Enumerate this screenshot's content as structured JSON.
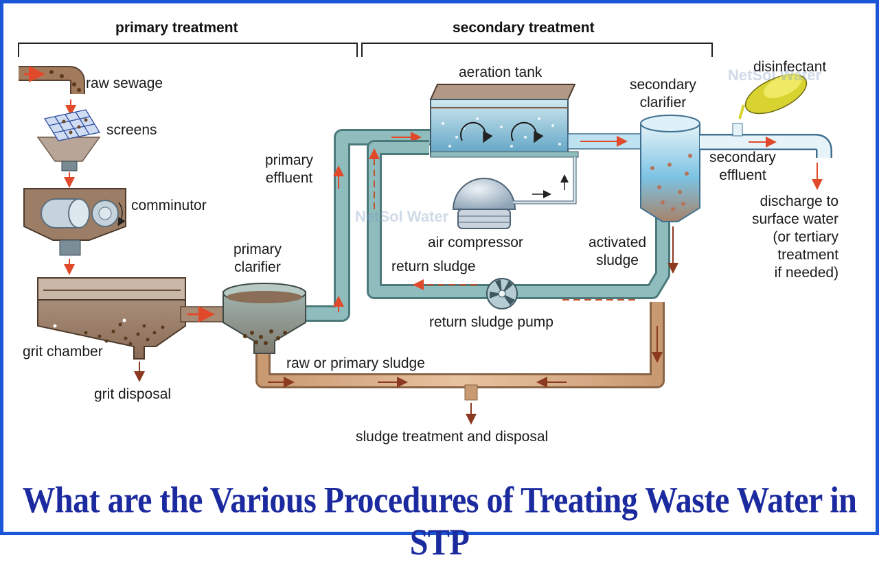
{
  "sections": {
    "primary": "primary treatment",
    "secondary": "secondary treatment"
  },
  "labels": {
    "raw_sewage": "raw sewage",
    "screens": "screens",
    "comminutor": "comminutor",
    "grit_chamber": "grit chamber",
    "grit_disposal": "grit disposal",
    "primary_clarifier": "primary\nclarifier",
    "primary_effluent": "primary\neffluent",
    "aeration_tank": "aeration tank",
    "air_compressor": "air compressor",
    "return_sludge": "return sludge",
    "return_sludge_pump": "return sludge pump",
    "secondary_clarifier": "secondary\nclarifier",
    "activated_sludge": "activated\nsludge",
    "disinfectant": "disinfectant",
    "secondary_effluent": "secondary\neffluent",
    "discharge": "discharge to\nsurface water\n(or tertiary\ntreatment\nif needed)",
    "raw_primary_sludge": "raw or primary sludge",
    "sludge_treatment": "sludge treatment and disposal"
  },
  "watermark": "NetSol Water",
  "caption": "What are the Various Procedures of Treating Waste Water in STP",
  "colors": {
    "border": "#1a56d6",
    "pipe_water": "#7aa8a8",
    "pipe_sludge": "#c8956a",
    "arrow": "#e04a2a",
    "caption": "#1b2a9e"
  }
}
